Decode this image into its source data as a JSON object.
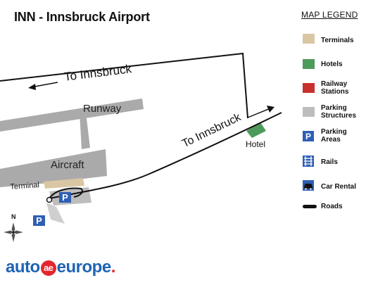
{
  "title": "INN - Innsbruck Airport",
  "legend": {
    "title": "MAP LEGEND",
    "items": [
      {
        "label": "Terminals",
        "icon": "terminal-swatch",
        "color": "#d9c6a3"
      },
      {
        "label": "Hotels",
        "icon": "hotel-swatch",
        "color": "#4e9a5a"
      },
      {
        "label": "Railway Stations",
        "icon": "railway-station-swatch",
        "color": "#c9302c"
      },
      {
        "label": "Parking Structures",
        "icon": "parking-structure-swatch",
        "color": "#bdbdbd"
      },
      {
        "label": "Parking Areas",
        "icon": "parking-area-icon",
        "color": "#2f5fb4"
      },
      {
        "label": "Rails",
        "icon": "rails-icon",
        "color": "#2f5fb4"
      },
      {
        "label": "Car Rental",
        "icon": "car-rental-icon",
        "color": "#2f5fb4"
      },
      {
        "label": "Roads",
        "icon": "road-swatch",
        "color": "#111111"
      }
    ]
  },
  "map": {
    "labels": {
      "to_innsbruck_top": "To Innsbruck",
      "to_innsbruck_right": "To Innsbruck",
      "runway": "Runway",
      "aircraft": "Aircraft",
      "terminal": "Terminal",
      "hotel": "Hotel"
    },
    "parking_symbol": "P",
    "compass": "N"
  },
  "brand": {
    "left": "auto",
    "mid": "ae",
    "right": "europe",
    "suffix": "."
  }
}
